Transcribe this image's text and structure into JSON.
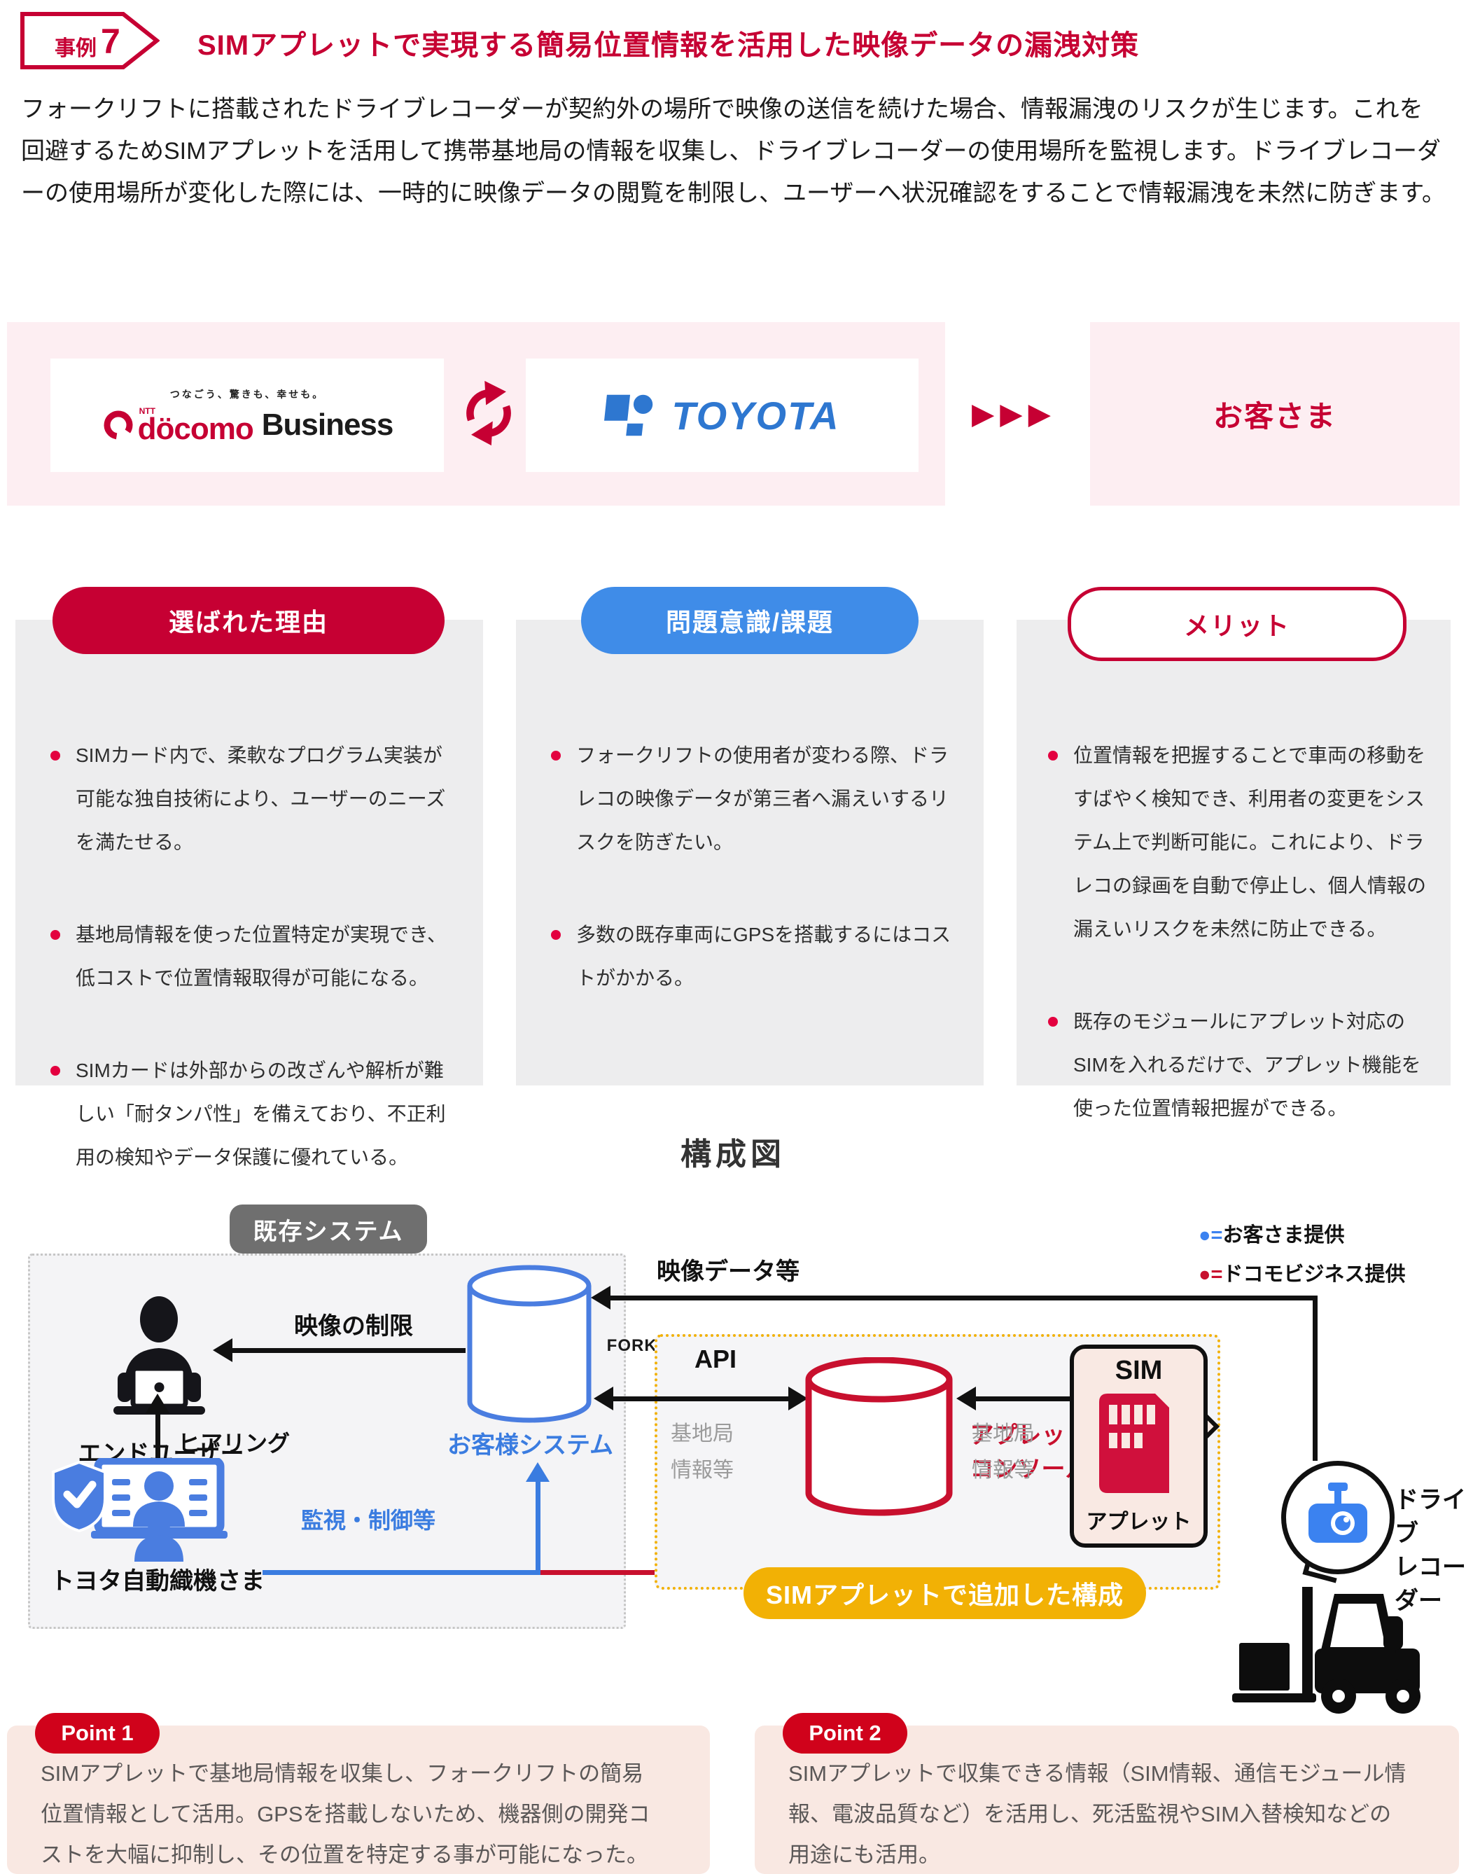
{
  "accents": {
    "red": "#c60033",
    "crimson": "#c8102e",
    "point_red": "#d0021b",
    "pill_blue": "#3f8ce8",
    "diagram_blue": "#3a7ce0",
    "forklore_blue": "#4a7de0",
    "toyota_blue": "#2e77d0",
    "yellow": "#f2b105",
    "pink_band": "#fdeef2",
    "gray_card": "#ededee",
    "point_pink": "#f9e8e2"
  },
  "header": {
    "badge_label": "事例",
    "badge_number": "7",
    "title": "SIMアプレットで実現する簡易位置情報を活用した映像データの漏洩対策"
  },
  "intro": "フォークリフトに搭載されたドライブレコーダーが契約外の場所で映像の送信を続けた場合、情報漏洩のリスクが生じます。これを回避するためSIMアプレットを活用して携帯基地局の情報を収集し、ドライブレコーダーの使用場所を監視します。ドライブレコーダーの使用場所が変化した際には、一時的に映像データの閲覧を制限し、ユーザーへ状況確認をすることで情報漏洩を未然に防ぎます。",
  "logo_band": {
    "docomo_tagline": "つなごう、驚きも、幸せも。",
    "docomo_ntt": "NTT",
    "docomo_brand": "döcomo",
    "docomo_business": "Business",
    "toyota_wordmark": "TOYOTA",
    "forward_arrows": "▶▶▶",
    "customer": "お客さま"
  },
  "columns": [
    {
      "header": "選ばれた理由",
      "bullets": [
        "SIMカード内で、柔軟なプログラム実装が可能な独自技術により、ユーザーのニーズを満たせる。",
        "基地局情報を使った位置特定が実現でき、低コストで位置情報取得が可能になる。",
        "SIMカードは外部からの改ざんや解析が難しい「耐タンパ性」を備えており、不正利用の検知やデータ保護に優れている。"
      ]
    },
    {
      "header": "問題意識/課題",
      "bullets": [
        "フォークリフトの使用者が変わる際、ドラレコの映像データが第三者へ漏えいするリスクを防ぎたい。",
        "多数の既存車両にGPSを搭載するにはコストがかかる。"
      ]
    },
    {
      "header": "メリット",
      "bullets": [
        "位置情報を把握することで車両の移動をすばやく検知でき、利用者の変更をシステム上で判断可能に。これにより、ドラレコの録画を自動で停止し、個人情報の漏えいリスクを未然に防止できる。",
        "既存のモジュールにアプレット対応のSIMを入れるだけで、アプレット機能を使った位置情報把握ができる。"
      ]
    }
  ],
  "diagram": {
    "title": "構成図",
    "legend": [
      {
        "symbol": "●=",
        "label": "お客さま提供"
      },
      {
        "symbol": "●=",
        "label": "ドコモビジネス提供"
      }
    ],
    "existing_system": "既存システム",
    "end_user": "エンドユーザー",
    "video_restriction": "映像の制限",
    "hearing": "ヒアリング",
    "toyota_company": "トヨタ自動織機さま",
    "monitor_control_blue": "監視・制御等",
    "monitor_control_red": "監視・制御等",
    "forklore_logo": "FORKLORE",
    "customer_system": "お客様システム",
    "video_data": "映像データ等",
    "api": "API",
    "base_station_l1": "基地局",
    "base_station_l2": "情報等",
    "console_l1": "アプレット",
    "console_l2": "コンソール",
    "sim": "SIM",
    "applet": "アプレット",
    "added_config": "SIMアプレットで追加した構成",
    "drive_recorder_l1": "ドライブ",
    "drive_recorder_l2": "レコーダー",
    "forklift": "フォークリフト"
  },
  "points": [
    {
      "badge": "Point 1",
      "text": "SIMアプレットで基地局情報を収集し、フォークリフトの簡易位置情報として活用。GPSを搭載しないため、機器側の開発コストを大幅に抑制し、その位置を特定する事が可能になった。"
    },
    {
      "badge": "Point 2",
      "text": "SIMアプレットで収集できる情報（SIM情報、通信モジュール情報、電波品質など）を活用し、死活監視やSIM入替検知などの用途にも活用。"
    }
  ]
}
